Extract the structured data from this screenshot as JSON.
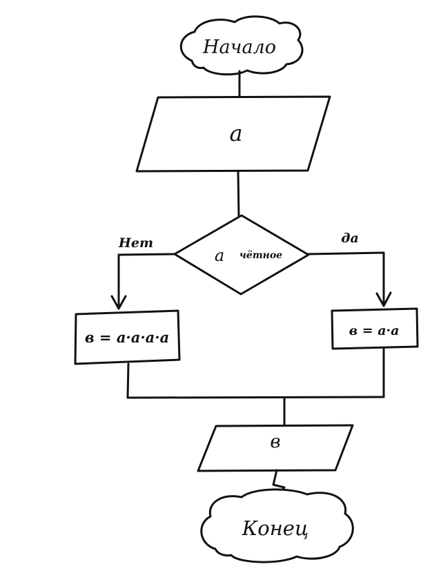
{
  "meta": {
    "background_color": "#ffffff",
    "ink_color": "#111111",
    "style": "hand-drawn flowchart"
  },
  "flowchart": {
    "start_label": "Начало",
    "input_label": "a",
    "decision_var": "a",
    "decision_cond": "чётное",
    "branch_no_label": "Нет",
    "branch_yes_label": "да",
    "process_left_label": "в = а·а·а·а",
    "process_right_label": "в = а·а",
    "output_label": "в",
    "end_label": "Конец"
  }
}
